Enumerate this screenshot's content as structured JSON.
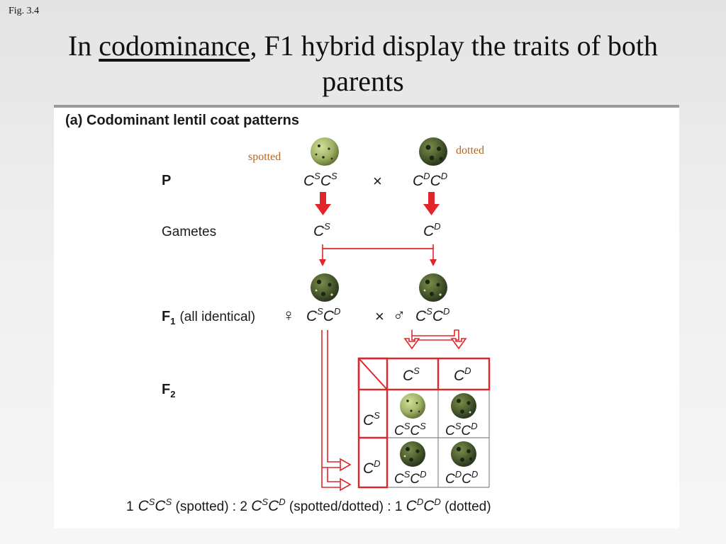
{
  "fig_label": "Fig. 3.4",
  "title": {
    "before": "In ",
    "underlined": "codominance",
    "after": ", F1 hybrid display the traits of both",
    "line2": "parents"
  },
  "panel": {
    "heading": "(a)  Codominant lentil coat patterns",
    "labels": {
      "p": "P",
      "gametes": "Gametes",
      "f1": "F",
      "f1_sub": "1",
      "f1_note": "(all identical)",
      "f2": "F",
      "f2_sub": "2"
    },
    "annotations": {
      "spotted": "spotted",
      "dotted": "dotted"
    },
    "symbols": {
      "cross": "×",
      "female": "♀",
      "male": "♂"
    },
    "gene_letter": "C",
    "alleles": {
      "s": "S",
      "d": "D"
    },
    "ratio": {
      "n1": "1",
      "spotted": " (spotted) : 2 ",
      "spotted_dotted": " (spotted/dotted) : 1 ",
      "dotted": " (dotted)"
    }
  },
  "colors": {
    "arrow_red": "#e0262a",
    "annotation": "#b5651d",
    "seed_spotted": "#a6b86a",
    "seed_dotted": "#4b5a2e",
    "seed_spot": "#2a3018"
  }
}
